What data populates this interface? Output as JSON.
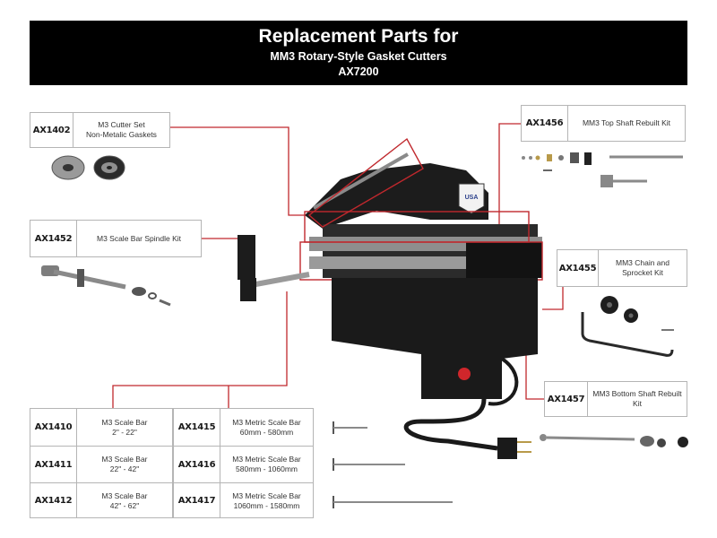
{
  "header": {
    "title": "Replacement Parts for",
    "subtitle": "MM3 Rotary-Style Gasket Cutters",
    "model": "AX7200"
  },
  "parts": {
    "ax1402": {
      "code": "AX1402",
      "line1": "M3 Cutter Set",
      "line2": "Non-Metalic Gaskets"
    },
    "ax1452": {
      "code": "AX1452",
      "line1": "M3 Scale Bar Spindle Kit"
    },
    "ax1456": {
      "code": "AX1456",
      "line1": "MM3 Top Shaft Rebuilt Kit"
    },
    "ax1455": {
      "code": "AX1455",
      "line1": "MM3 Chain and",
      "line2": "Sprocket Kit"
    },
    "ax1457": {
      "code": "AX1457",
      "line1": "MM3 Bottom Shaft Rebuilt Kit"
    }
  },
  "scale_bars": [
    {
      "code": "AX1410",
      "line1": "M3 Scale Bar",
      "line2": "2\" - 22\""
    },
    {
      "code": "AX1411",
      "line1": "M3 Scale Bar",
      "line2": "22\" - 42\""
    },
    {
      "code": "AX1412",
      "line1": "M3 Scale Bar",
      "line2": "42\" - 62\""
    }
  ],
  "metric_scale_bars": [
    {
      "code": "AX1415",
      "line1": "M3 Metric Scale Bar",
      "line2": "60mm - 580mm"
    },
    {
      "code": "AX1416",
      "line1": "M3 Metric Scale Bar",
      "line2": "580mm - 1060mm"
    },
    {
      "code": "AX1417",
      "line1": "M3 Metric Scale Bar",
      "line2": "1060mm - 1580mm"
    }
  ],
  "machine": {
    "badge": "USA"
  },
  "colors": {
    "leader_line": "#c0282d",
    "header_bg": "#000000",
    "machine_body": "#1c1c1c",
    "cutter_metal": "#8a8a8a"
  }
}
